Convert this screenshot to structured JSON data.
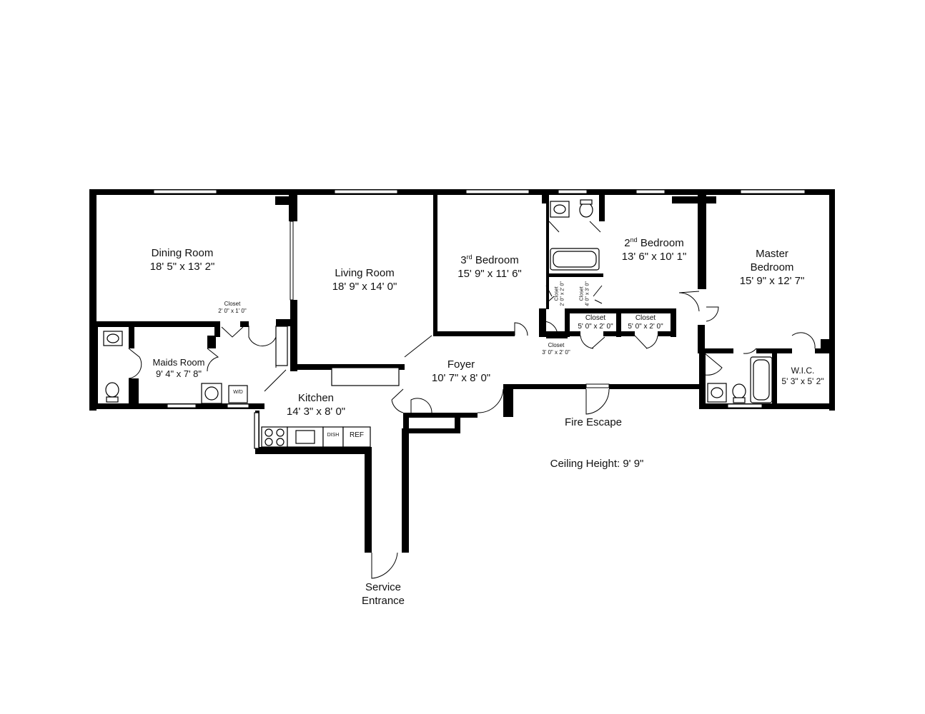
{
  "rooms": {
    "dining": {
      "name": "Dining Room",
      "dims": "18' 5\" x  13' 2\""
    },
    "living": {
      "name": "Living Room",
      "dims": "18' 9\" x 14' 0\""
    },
    "third_bedroom": {
      "ordinal": "3",
      "ordinal_suffix": "rd",
      "name": " Bedroom",
      "dims": "15' 9\" x 11' 6\""
    },
    "second_bedroom": {
      "ordinal": "2",
      "ordinal_suffix": "nd",
      "name": " Bedroom",
      "dims": "13' 6\" x 10' 1\""
    },
    "master": {
      "name_line1": "Master",
      "name_line2": "Bedroom",
      "dims": "15' 9\" x 12' 7\""
    },
    "maids": {
      "name": "Maids Room",
      "dims": "9' 4\" x 7' 8\""
    },
    "kitchen": {
      "name": "Kitchen",
      "dims": "14' 3\" x  8' 0\""
    },
    "foyer": {
      "name": "Foyer",
      "dims": "10' 7\" x  8' 0\""
    },
    "wic": {
      "name": "W.I.C.",
      "dims": "5' 3\" x 5' 2\""
    }
  },
  "closets": {
    "dining": {
      "name": "Closet",
      "dims": "2' 0\" x 1' 0\""
    },
    "bedroom_a": {
      "name": "Closet",
      "dims": "2' 0\" x 2' 0\""
    },
    "bedroom_b": {
      "name": "Closet",
      "dims": "4' 0\" x 3' 0\""
    },
    "hall_1": {
      "name": "Closet",
      "dims": "5' 0\" x 2' 0\""
    },
    "hall_2": {
      "name": "Closet",
      "dims": "5' 0\" x 2' 0\""
    },
    "hall_small": {
      "name": "Closet",
      "dims": "3' 0\" x 2' 0\""
    }
  },
  "appliances": {
    "washer_dryer": "W/D",
    "dishwasher": "DISH",
    "refrigerator": "REF"
  },
  "labels": {
    "fire_escape": "Fire Escape",
    "ceiling_height": "Ceiling Height: 9' 9\"",
    "service_entrance_line1": "Service",
    "service_entrance_line2": "Entrance"
  }
}
